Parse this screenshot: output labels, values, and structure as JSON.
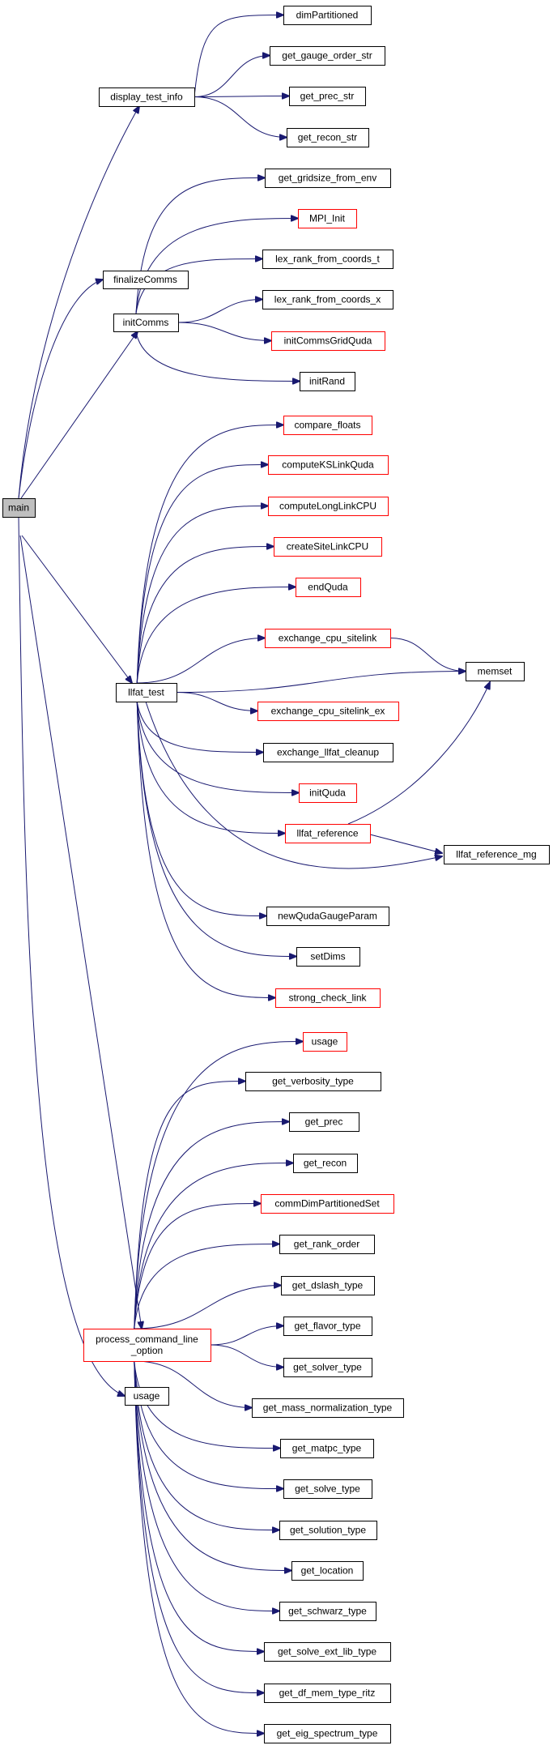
{
  "graph": {
    "root": "main",
    "nodes": [
      {
        "id": "main",
        "label": "main",
        "style": "root"
      },
      {
        "id": "display_test_info",
        "label": "display_test_info",
        "style": "black"
      },
      {
        "id": "finalizeComms",
        "label": "finalizeComms",
        "style": "black"
      },
      {
        "id": "initComms",
        "label": "initComms",
        "style": "black"
      },
      {
        "id": "llfat_test",
        "label": "llfat_test",
        "style": "black"
      },
      {
        "id": "process_command_line_option",
        "label": "process_command_line\n_option",
        "style": "red"
      },
      {
        "id": "usage_main",
        "label": "usage",
        "style": "black"
      },
      {
        "id": "dimPartitioned",
        "label": "dimPartitioned",
        "style": "black"
      },
      {
        "id": "get_gauge_order_str",
        "label": "get_gauge_order_str",
        "style": "black"
      },
      {
        "id": "get_prec_str",
        "label": "get_prec_str",
        "style": "black"
      },
      {
        "id": "get_recon_str",
        "label": "get_recon_str",
        "style": "black"
      },
      {
        "id": "get_gridsize_from_env",
        "label": "get_gridsize_from_env",
        "style": "black"
      },
      {
        "id": "MPI_Init",
        "label": "MPI_Init",
        "style": "red"
      },
      {
        "id": "lex_rank_from_coords_t",
        "label": "lex_rank_from_coords_t",
        "style": "black"
      },
      {
        "id": "lex_rank_from_coords_x",
        "label": "lex_rank_from_coords_x",
        "style": "black"
      },
      {
        "id": "initCommsGridQuda",
        "label": "initCommsGridQuda",
        "style": "red"
      },
      {
        "id": "initRand",
        "label": "initRand",
        "style": "black"
      },
      {
        "id": "compare_floats",
        "label": "compare_floats",
        "style": "red"
      },
      {
        "id": "computeKSLinkQuda",
        "label": "computeKSLinkQuda",
        "style": "red"
      },
      {
        "id": "computeLongLinkCPU",
        "label": "computeLongLinkCPU",
        "style": "red"
      },
      {
        "id": "createSiteLinkCPU",
        "label": "createSiteLinkCPU",
        "style": "red"
      },
      {
        "id": "endQuda",
        "label": "endQuda",
        "style": "red"
      },
      {
        "id": "exchange_cpu_sitelink",
        "label": "exchange_cpu_sitelink",
        "style": "red"
      },
      {
        "id": "memset",
        "label": "memset",
        "style": "black"
      },
      {
        "id": "exchange_cpu_sitelink_ex",
        "label": "exchange_cpu_sitelink_ex",
        "style": "red"
      },
      {
        "id": "exchange_llfat_cleanup",
        "label": "exchange_llfat_cleanup",
        "style": "black"
      },
      {
        "id": "initQuda",
        "label": "initQuda",
        "style": "red"
      },
      {
        "id": "llfat_reference",
        "label": "llfat_reference",
        "style": "red"
      },
      {
        "id": "llfat_reference_mg",
        "label": "llfat_reference_mg",
        "style": "black"
      },
      {
        "id": "newQudaGaugeParam",
        "label": "newQudaGaugeParam",
        "style": "black"
      },
      {
        "id": "setDims",
        "label": "setDims",
        "style": "black"
      },
      {
        "id": "strong_check_link",
        "label": "strong_check_link",
        "style": "red"
      },
      {
        "id": "usage_pcl",
        "label": "usage",
        "style": "red"
      },
      {
        "id": "get_verbosity_type",
        "label": "get_verbosity_type",
        "style": "black"
      },
      {
        "id": "get_prec",
        "label": "get_prec",
        "style": "black"
      },
      {
        "id": "get_recon",
        "label": "get_recon",
        "style": "black"
      },
      {
        "id": "commDimPartitionedSet",
        "label": "commDimPartitionedSet",
        "style": "red"
      },
      {
        "id": "get_rank_order",
        "label": "get_rank_order",
        "style": "black"
      },
      {
        "id": "get_dslash_type",
        "label": "get_dslash_type",
        "style": "black"
      },
      {
        "id": "get_flavor_type",
        "label": "get_flavor_type",
        "style": "black"
      },
      {
        "id": "get_solver_type",
        "label": "get_solver_type",
        "style": "black"
      },
      {
        "id": "get_mass_normalization_type",
        "label": "get_mass_normalization_type",
        "style": "black"
      },
      {
        "id": "get_matpc_type",
        "label": "get_matpc_type",
        "style": "black"
      },
      {
        "id": "get_solve_type",
        "label": "get_solve_type",
        "style": "black"
      },
      {
        "id": "get_solution_type",
        "label": "get_solution_type",
        "style": "black"
      },
      {
        "id": "get_location",
        "label": "get_location",
        "style": "black"
      },
      {
        "id": "get_schwarz_type",
        "label": "get_schwarz_type",
        "style": "black"
      },
      {
        "id": "get_solve_ext_lib_type",
        "label": "get_solve_ext_lib_type",
        "style": "black"
      },
      {
        "id": "get_df_mem_type_ritz",
        "label": "get_df_mem_type_ritz",
        "style": "black"
      },
      {
        "id": "get_eig_spectrum_type",
        "label": "get_eig_spectrum_type",
        "style": "black"
      }
    ],
    "edges": [
      [
        "main",
        "display_test_info"
      ],
      [
        "main",
        "finalizeComms"
      ],
      [
        "main",
        "initComms"
      ],
      [
        "main",
        "llfat_test"
      ],
      [
        "main",
        "process_command_line_option"
      ],
      [
        "main",
        "usage_main"
      ],
      [
        "display_test_info",
        "dimPartitioned"
      ],
      [
        "display_test_info",
        "get_gauge_order_str"
      ],
      [
        "display_test_info",
        "get_prec_str"
      ],
      [
        "display_test_info",
        "get_recon_str"
      ],
      [
        "initComms",
        "get_gridsize_from_env"
      ],
      [
        "initComms",
        "MPI_Init"
      ],
      [
        "initComms",
        "lex_rank_from_coords_t"
      ],
      [
        "initComms",
        "lex_rank_from_coords_x"
      ],
      [
        "initComms",
        "initCommsGridQuda"
      ],
      [
        "initComms",
        "initRand"
      ],
      [
        "llfat_test",
        "compare_floats"
      ],
      [
        "llfat_test",
        "computeKSLinkQuda"
      ],
      [
        "llfat_test",
        "computeLongLinkCPU"
      ],
      [
        "llfat_test",
        "createSiteLinkCPU"
      ],
      [
        "llfat_test",
        "endQuda"
      ],
      [
        "llfat_test",
        "exchange_cpu_sitelink"
      ],
      [
        "llfat_test",
        "memset"
      ],
      [
        "llfat_test",
        "exchange_cpu_sitelink_ex"
      ],
      [
        "llfat_test",
        "exchange_llfat_cleanup"
      ],
      [
        "llfat_test",
        "initQuda"
      ],
      [
        "llfat_test",
        "llfat_reference"
      ],
      [
        "llfat_test",
        "llfat_reference_mg"
      ],
      [
        "llfat_test",
        "newQudaGaugeParam"
      ],
      [
        "llfat_test",
        "setDims"
      ],
      [
        "llfat_test",
        "strong_check_link"
      ],
      [
        "exchange_cpu_sitelink",
        "memset"
      ],
      [
        "llfat_reference",
        "memset"
      ],
      [
        "llfat_reference",
        "llfat_reference_mg"
      ],
      [
        "process_command_line_option",
        "usage_pcl"
      ],
      [
        "process_command_line_option",
        "get_verbosity_type"
      ],
      [
        "process_command_line_option",
        "get_prec"
      ],
      [
        "process_command_line_option",
        "get_recon"
      ],
      [
        "process_command_line_option",
        "commDimPartitionedSet"
      ],
      [
        "process_command_line_option",
        "get_rank_order"
      ],
      [
        "process_command_line_option",
        "get_dslash_type"
      ],
      [
        "process_command_line_option",
        "get_flavor_type"
      ],
      [
        "process_command_line_option",
        "get_solver_type"
      ],
      [
        "process_command_line_option",
        "get_mass_normalization_type"
      ],
      [
        "process_command_line_option",
        "get_matpc_type"
      ],
      [
        "process_command_line_option",
        "get_solve_type"
      ],
      [
        "process_command_line_option",
        "get_solution_type"
      ],
      [
        "process_command_line_option",
        "get_location"
      ],
      [
        "process_command_line_option",
        "get_schwarz_type"
      ],
      [
        "process_command_line_option",
        "get_solve_ext_lib_type"
      ],
      [
        "process_command_line_option",
        "get_df_mem_type_ritz"
      ],
      [
        "process_command_line_option",
        "get_eig_spectrum_type"
      ]
    ]
  },
  "colors": {
    "edge": "#191970",
    "red_border": "#ff0000",
    "black_border": "#000000",
    "root_fill": "#bfbfbf"
  }
}
